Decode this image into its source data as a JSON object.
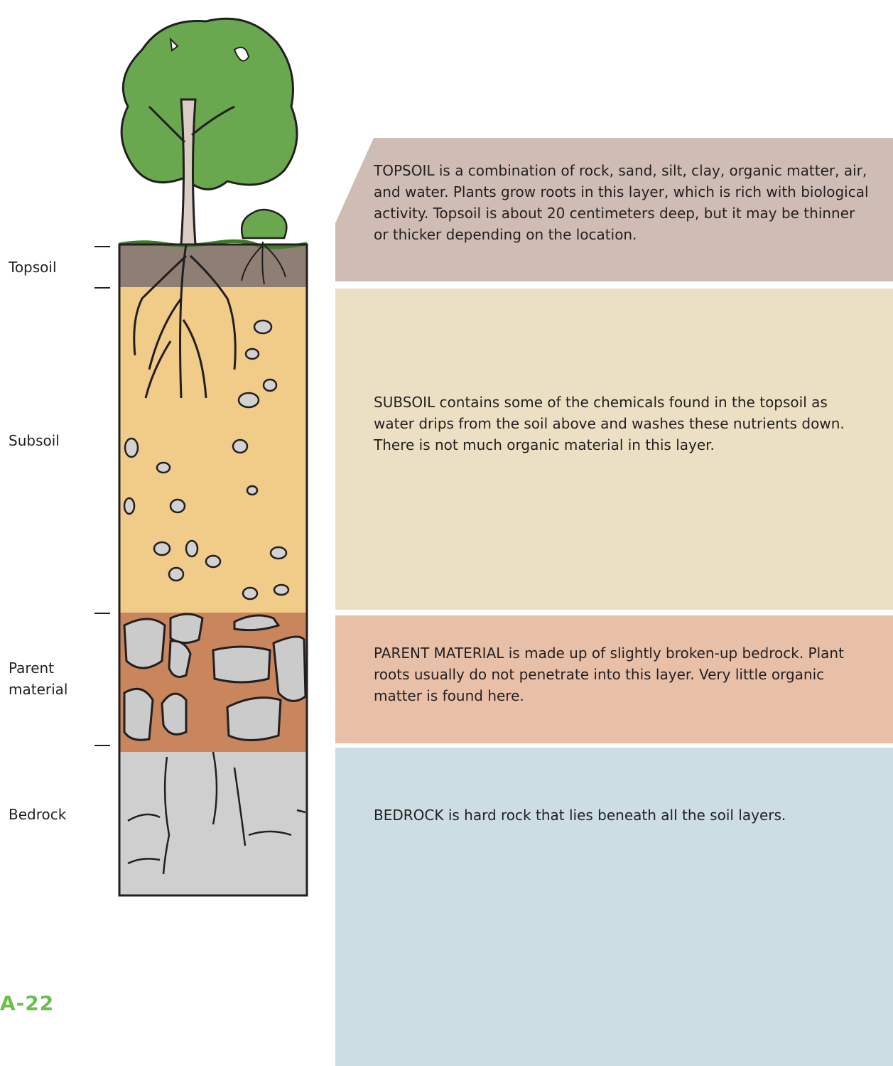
{
  "layers": [
    {
      "id": "topsoil",
      "label": "Topsoil",
      "description": "TOPSOIL is a combination of rock, sand, silt, clay, organic matter, air, and water. Plants grow roots in this layer, which is rich with biological activity. Topsoil is about 20 centimeters deep, but it may be thinner or thicker depending on the location.",
      "color": "#cfbdb5"
    },
    {
      "id": "subsoil",
      "label": "Subsoil",
      "description": "SUBSOIL contains some of the chemicals found in the topsoil as water drips from the soil above and washes these nutrients down. There is not much organic material in this layer.",
      "color": "#ebe0c3"
    },
    {
      "id": "parent-material",
      "label": "Parent\nmaterial",
      "description": "PARENT MATERIAL is made up of slightly broken-up bedrock. Plant roots usually do not penetrate into this layer. Very little organic matter is found here.",
      "color": "#e8c0a8"
    },
    {
      "id": "bedrock",
      "label": "Bedrock",
      "description": "BEDROCK is hard rock that lies beneath all the soil layers.",
      "color": "#ccdde4"
    }
  ],
  "page_number": "A-22"
}
